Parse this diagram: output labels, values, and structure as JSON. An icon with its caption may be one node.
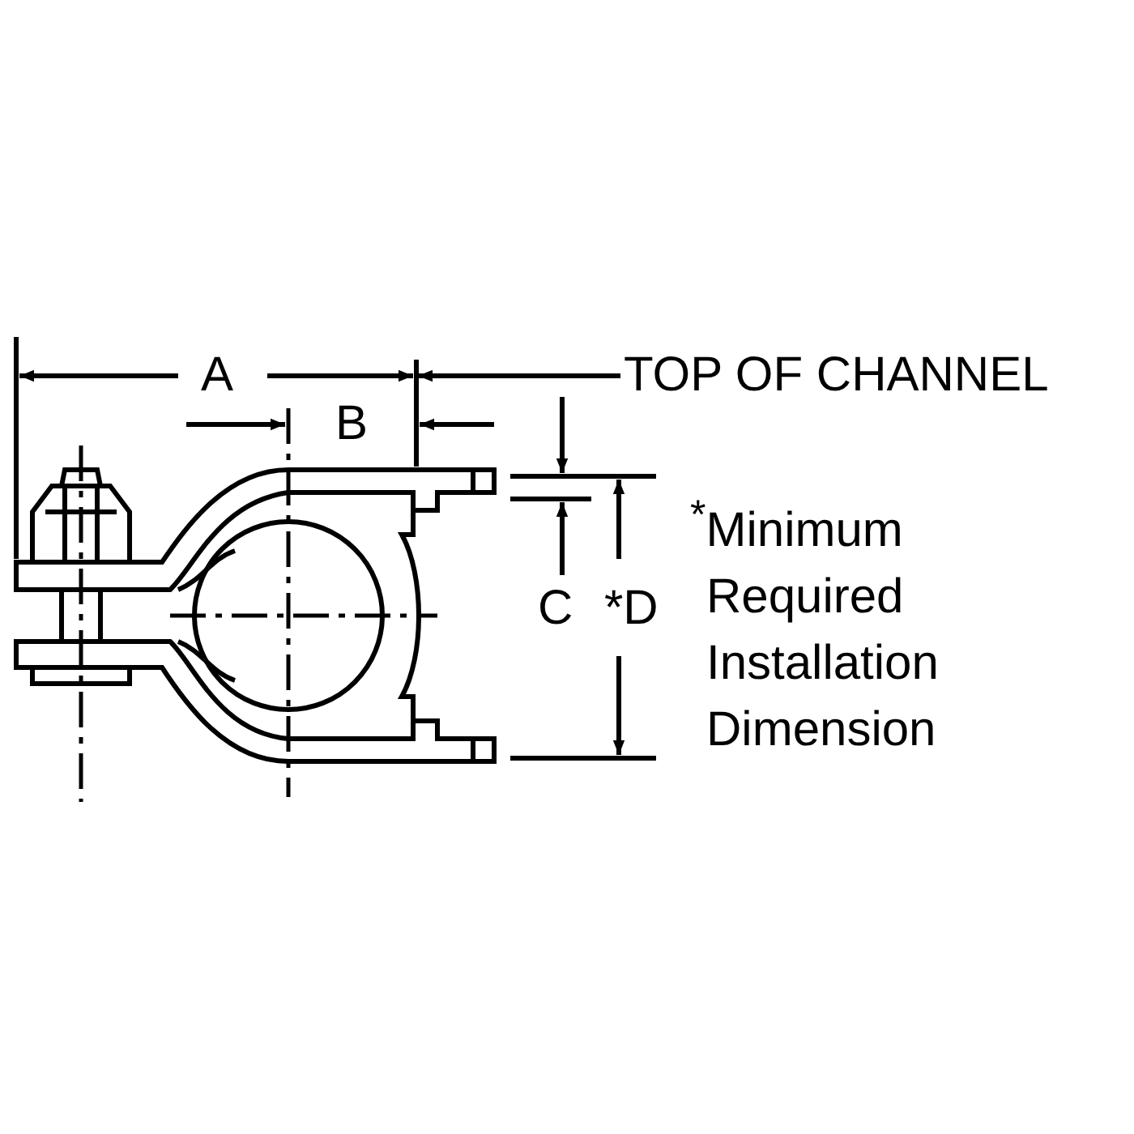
{
  "diagram": {
    "nodes": [
      {
        "text": [
          "TOP OF CHANNEL"
        ]
      },
      {
        "text": [],
        "shape": "line"
      }
    ],
    "edges": [
      {
        "from": 0,
        "to": 1,
        "arrow": "to"
      }
    ],
    "labels": [
      "A",
      "B",
      "C",
      "*D",
      "$^{*}$Minimum Required Installation Dimension"
    ]
  }
}
